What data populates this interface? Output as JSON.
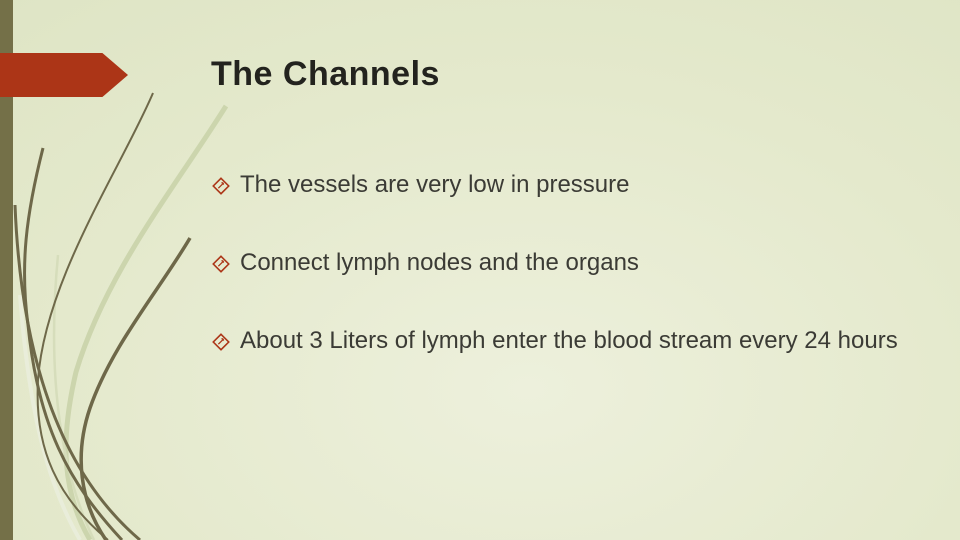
{
  "slide": {
    "title": "The Channels",
    "bullets": [
      "The vessels are very low in pressure",
      "Connect lymph nodes and the organs",
      "About 3 Liters of lymph enter the blood stream every 24 hours"
    ]
  },
  "colors": {
    "accent_red": "#ac3517",
    "stripe_olive": "#747048",
    "curve_dark": "#6e6849",
    "curve_light": "#ccd5ad",
    "curve_pale": "#e9edda",
    "curve_soft": "#d6ddbb",
    "title_text": "#23231e",
    "body_text": "#3b3b35",
    "background_light": "#edf0dc",
    "background_mid": "#e4e9cc",
    "background_dark": "#dbe2c1"
  }
}
